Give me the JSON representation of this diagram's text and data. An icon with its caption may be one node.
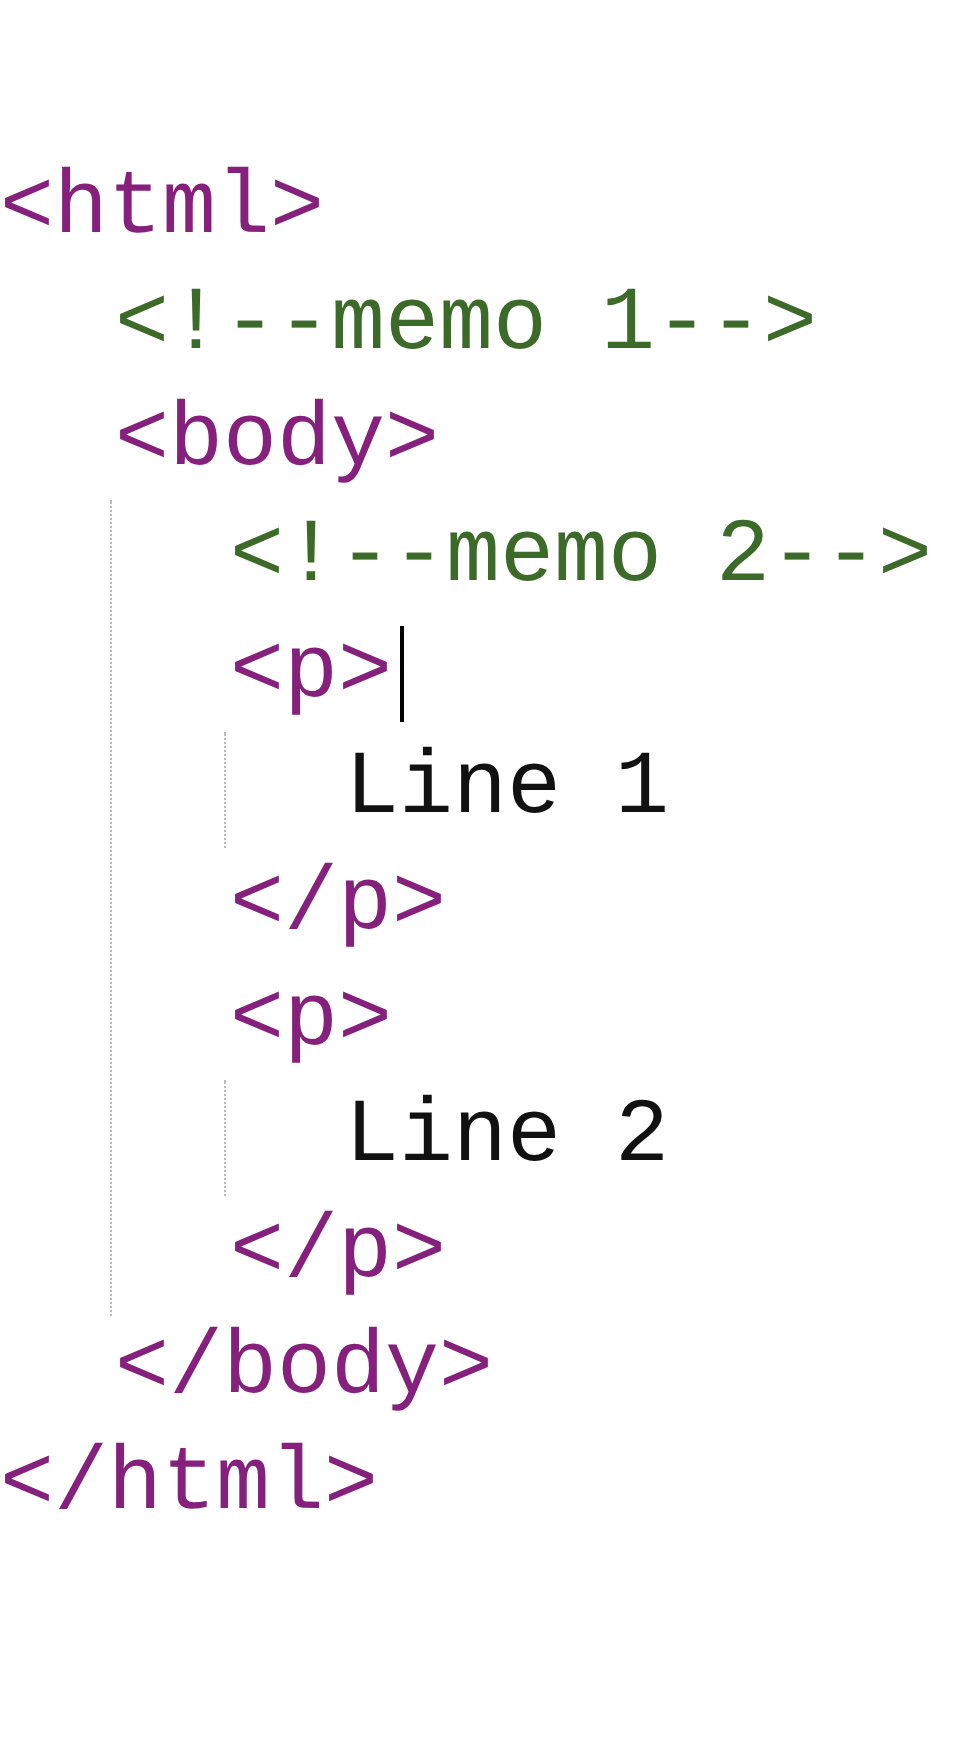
{
  "diagram": {
    "labels": [
      "<html>",
      "<!--memo 1-->",
      "<body>",
      "<!--memo 2-->",
      "<p>",
      "Line 1",
      "</p>",
      "<p>",
      "Line 2",
      "</p>",
      "</body>",
      "</html>"
    ]
  }
}
